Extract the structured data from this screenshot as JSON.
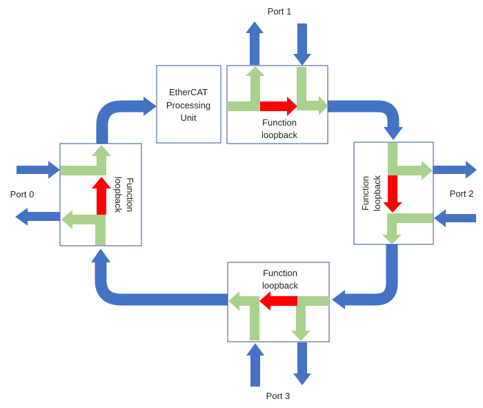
{
  "ports": {
    "port0": "Port 0",
    "port1": "Port 1",
    "port2": "Port 2",
    "port3": "Port 3"
  },
  "processing_unit": {
    "line1": "EtherCAT",
    "line2": "Processing",
    "line3": "Unit"
  },
  "loopback": {
    "line1": "Function",
    "line2": "loopback"
  },
  "colors": {
    "ring": "#4472c4",
    "path": "#a9d18e",
    "loopback": "#ff0000",
    "box_border": "#2e4f8f"
  }
}
